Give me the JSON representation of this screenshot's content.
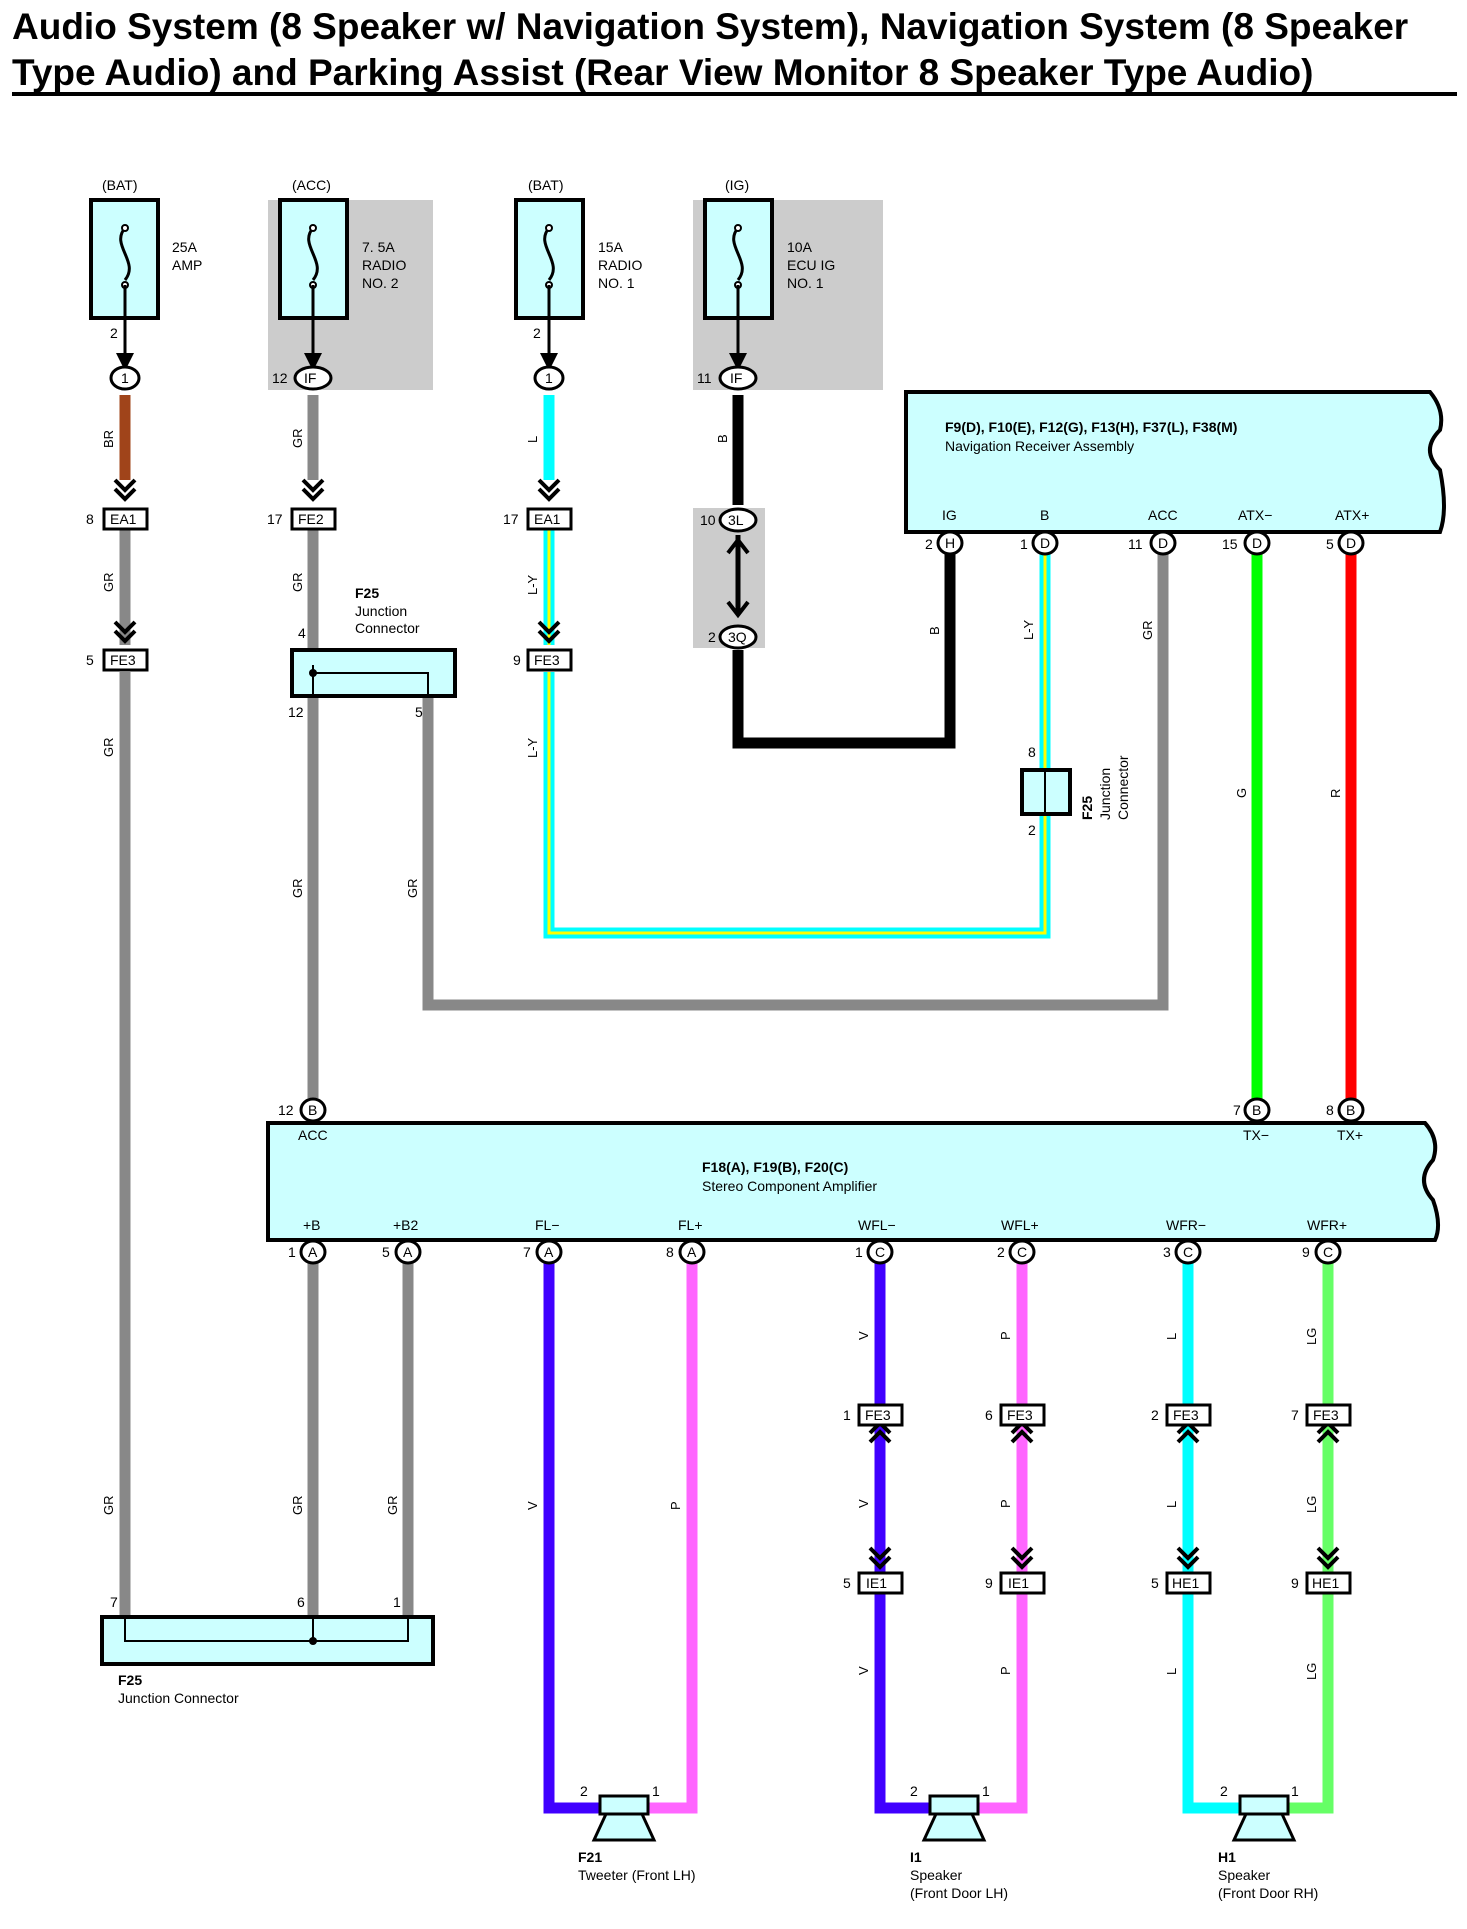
{
  "title": "Audio System (8 Speaker w/ Navigation System), Navigation System (8 Speaker Type Audio) and Parking Assist (Rear View Monitor 8 Speaker Type Audio)",
  "colors": {
    "BR": "#a0441a",
    "GR": "#888888",
    "L": "#00ffff",
    "Y": "#ffff00",
    "B": "#000000",
    "G": "#00ff00",
    "R": "#ff0000",
    "V": "#4000ff",
    "P": "#ff66ff",
    "LG": "#66ff66",
    "box_fill": "#ccffff",
    "shade": "#cccccc"
  },
  "fuses": [
    {
      "source": "(BAT)",
      "rating": "25A",
      "name_lines": [
        "AMP"
      ],
      "pin": "2",
      "conn_pin": "1",
      "conn_id": ""
    },
    {
      "source": "(ACC)",
      "rating": "7. 5A",
      "name_lines": [
        "RADIO",
        "NO. 2"
      ],
      "pin": "",
      "conn_pin": "12",
      "conn_id": "IF"
    },
    {
      "source": "(BAT)",
      "rating": "15A",
      "name_lines": [
        "RADIO",
        "NO. 1"
      ],
      "pin": "2",
      "conn_pin": "",
      "conn_id": "1"
    },
    {
      "source": "(IG)",
      "rating": "10A",
      "name_lines": [
        "ECU IG",
        "NO. 1"
      ],
      "pin": "",
      "conn_pin": "11",
      "conn_id": "IF"
    }
  ],
  "fuse_circle_1": "1",
  "connectors": {
    "ea1_a": {
      "id": "EA1",
      "pin": "8"
    },
    "fe3_a": {
      "id": "FE3",
      "pin": "5"
    },
    "fe2": {
      "id": "FE2",
      "pin": "17"
    },
    "ea1_b": {
      "id": "EA1",
      "pin": "17"
    },
    "fe3_b": {
      "id": "FE3",
      "pin": "9"
    },
    "c3l": {
      "id": "3L",
      "pin": "10"
    },
    "c3q": {
      "id": "3Q",
      "pin": "2"
    }
  },
  "wire_labels": {
    "br": "BR",
    "gr": "GR",
    "l": "L",
    "ly": "L-Y",
    "b": "B",
    "g": "G",
    "r": "R",
    "v": "V",
    "p": "P",
    "lg": "LG"
  },
  "junction_top": {
    "id": "F25",
    "name_lines": [
      "Junction",
      "Connector"
    ],
    "pin_top": "4",
    "pin_left": "12",
    "pin_right": "5"
  },
  "junction_mid": {
    "id": "F25",
    "name_lines": [
      "Junction",
      "Connector"
    ],
    "pin_top": "8",
    "pin_bottom": "2"
  },
  "junction_bottom": {
    "id": "F25",
    "name": "Junction Connector",
    "pins": [
      "7",
      "6",
      "1"
    ]
  },
  "nav": {
    "ids": "F9(D), F10(E), F12(G), F13(H), F37(L), F38(M)",
    "name": "Navigation Receiver Assembly",
    "terminals": [
      {
        "label": "IG",
        "pin": "2",
        "conn": "H"
      },
      {
        "label": "B",
        "pin": "1",
        "conn": "D"
      },
      {
        "label": "ACC",
        "pin": "11",
        "conn": "D"
      },
      {
        "label": "ATX−",
        "pin": "15",
        "conn": "D"
      },
      {
        "label": "ATX+",
        "pin": "5",
        "conn": "D"
      }
    ]
  },
  "amp": {
    "ids": "F18(A), F19(B), F20(C)",
    "name": "Stereo Component Amplifier",
    "top_terminals": [
      {
        "label": "ACC",
        "pin": "12",
        "conn": "B"
      },
      {
        "label": "TX−",
        "pin": "7",
        "conn": "B"
      },
      {
        "label": "TX+",
        "pin": "8",
        "conn": "B"
      }
    ],
    "bottom_terminals": [
      {
        "label": "+B",
        "pin": "1",
        "conn": "A"
      },
      {
        "label": "+B2",
        "pin": "5",
        "conn": "A"
      },
      {
        "label": "FL−",
        "pin": "7",
        "conn": "A"
      },
      {
        "label": "FL+",
        "pin": "8",
        "conn": "A"
      },
      {
        "label": "WFL−",
        "pin": "1",
        "conn": "C"
      },
      {
        "label": "WFL+",
        "pin": "2",
        "conn": "C"
      },
      {
        "label": "WFR−",
        "pin": "3",
        "conn": "C"
      },
      {
        "label": "WFR+",
        "pin": "9",
        "conn": "C"
      }
    ]
  },
  "inline_connectors": [
    {
      "id": "FE3",
      "pin": "1"
    },
    {
      "id": "FE3",
      "pin": "6"
    },
    {
      "id": "FE3",
      "pin": "2"
    },
    {
      "id": "FE3",
      "pin": "7"
    },
    {
      "id": "IE1",
      "pin": "5"
    },
    {
      "id": "IE1",
      "pin": "9"
    },
    {
      "id": "HE1",
      "pin": "5"
    },
    {
      "id": "HE1",
      "pin": "9"
    }
  ],
  "speakers": [
    {
      "id": "F21",
      "name_lines": [
        "Tweeter (Front LH)"
      ],
      "pin_left": "2",
      "pin_right": "1"
    },
    {
      "id": "I1",
      "name_lines": [
        "Speaker",
        "(Front Door LH)"
      ],
      "pin_left": "2",
      "pin_right": "1"
    },
    {
      "id": "H1",
      "name_lines": [
        "Speaker",
        "(Front Door RH)"
      ],
      "pin_left": "2",
      "pin_right": "1"
    }
  ]
}
